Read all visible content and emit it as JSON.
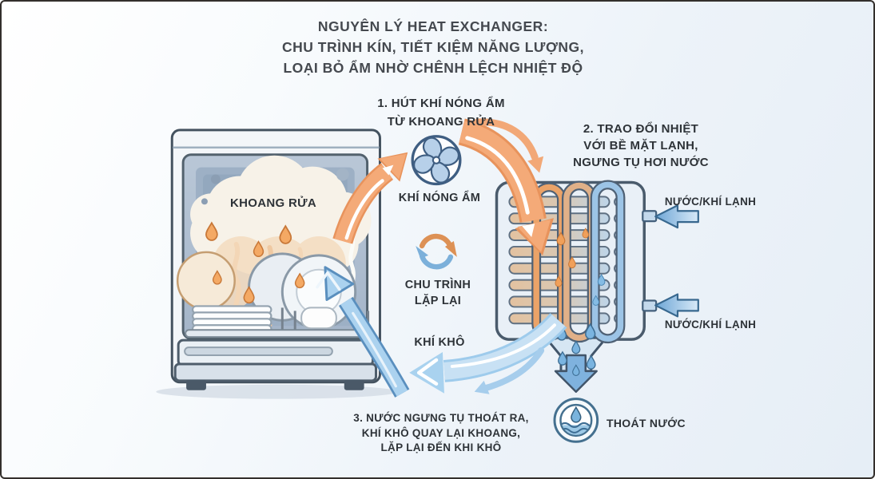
{
  "title": {
    "line1": "NGUYÊN LÝ HEAT EXCHANGER:",
    "line2": "CHU TRÌNH KÍN, TIẾT KIỆM NĂNG LƯỢNG,",
    "line3": "LOẠI BỎ ẨM NHỜ CHÊNH LỆCH NHIỆT ĐỘ"
  },
  "steps": {
    "step1": {
      "line1": "1. HÚT KHÍ NÓNG ẨM",
      "line2": "TỪ KHOANG RỬA"
    },
    "step2": {
      "line1": "2. TRAO ĐỔI NHIỆT",
      "line2": "VỚI BỀ MẶT LẠNH,",
      "line3": "NGƯNG TỤ HƠI NƯỚC"
    },
    "step3": {
      "line1": "3. NƯỚC NGƯNG TỤ THOÁT RA,",
      "line2": "KHÍ KHÔ QUAY LẠI KHOANG,",
      "line3": "LẶP LẠI ĐẾN KHI KHÔ"
    }
  },
  "labels": {
    "wash_chamber": "KHOANG RỬA",
    "hot_humid_air": "KHÍ NÓNG ẨM",
    "cycle_line1": "CHU TRÌNH",
    "cycle_line2": "LẶP LẠI",
    "dry_air": "KHÍ KHÔ",
    "cold_water_air_top": "NƯỚC/KHÍ LẠNH",
    "cold_water_air_bottom": "NƯỚC/KHÍ LẠNH",
    "drain": "THOÁT NƯỚC"
  },
  "icons": {
    "fan": "fan-icon",
    "cycle": "cycle-repeat-icon",
    "drain": "drain-water-icon"
  },
  "colors": {
    "hot_air_orange": "#F2A26C",
    "cool_air_blue": "#A8D0EE",
    "outline_navy": "#4A5B6C",
    "text_dark": "#2E3338",
    "background_tint": "#EAF1F8"
  }
}
